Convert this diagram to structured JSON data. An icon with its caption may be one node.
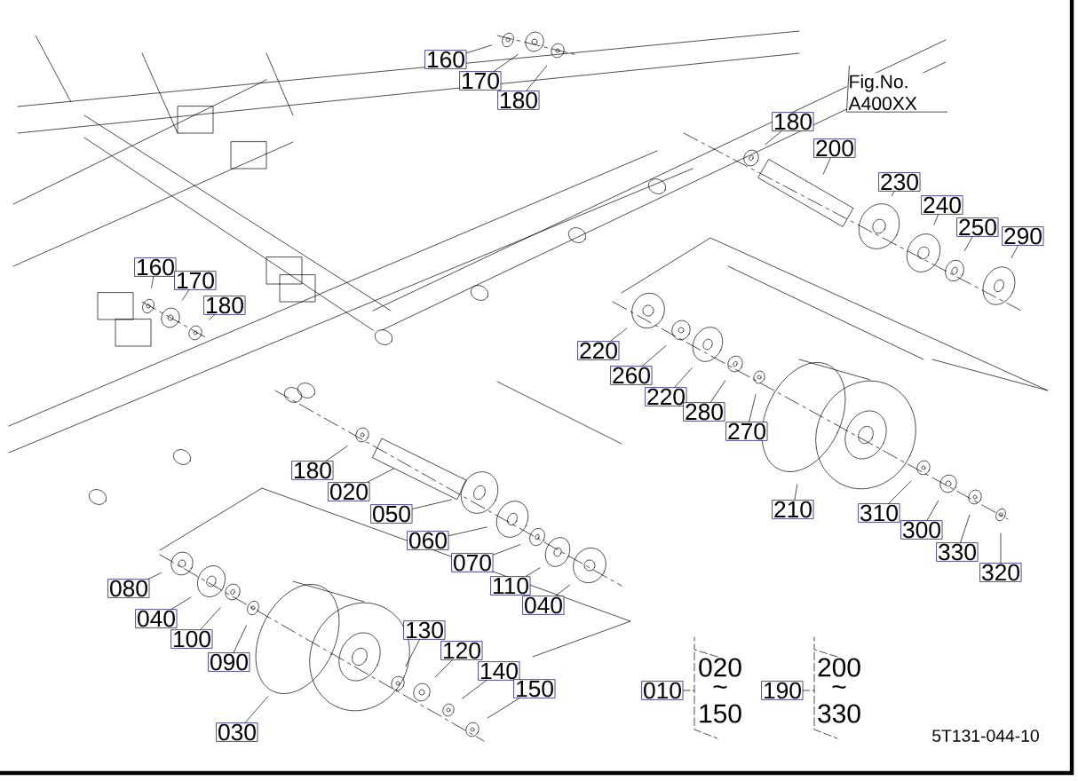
{
  "diagram": {
    "nodes": [
      {
        "text": [
          "160"
        ]
      },
      {
        "text": [
          "170"
        ]
      },
      {
        "text": [
          "180"
        ]
      },
      {
        "text": [
          "Fig.No. A400XX"
        ]
      },
      {
        "text": [
          "180"
        ]
      },
      {
        "text": [
          "200"
        ]
      },
      {
        "text": [
          "230"
        ]
      },
      {
        "text": [
          "240"
        ]
      },
      {
        "text": [
          "250"
        ]
      },
      {
        "text": [
          "290"
        ]
      },
      {
        "text": [
          "160"
        ]
      },
      {
        "text": [
          "170"
        ]
      },
      {
        "text": [
          "180"
        ]
      },
      {
        "text": [
          "220"
        ]
      },
      {
        "text": [
          "260"
        ]
      },
      {
        "text": [
          "220"
        ]
      },
      {
        "text": [
          "280"
        ]
      },
      {
        "text": [
          "270"
        ]
      },
      {
        "text": [
          "210"
        ]
      },
      {
        "text": [
          "180"
        ]
      },
      {
        "text": [
          "020"
        ]
      },
      {
        "text": [
          "050"
        ]
      },
      {
        "text": [
          "310"
        ]
      },
      {
        "text": [
          "060"
        ]
      },
      {
        "text": [
          "300"
        ]
      },
      {
        "text": [
          "070"
        ]
      },
      {
        "text": [
          "330"
        ]
      },
      {
        "text": [
          "110"
        ]
      },
      {
        "text": [
          "320"
        ]
      },
      {
        "text": [
          "040"
        ]
      },
      {
        "text": [
          "080"
        ]
      },
      {
        "text": [
          "040"
        ]
      },
      {
        "text": [
          "100"
        ]
      },
      {
        "text": [
          "090"
        ]
      },
      {
        "text": [
          "130"
        ]
      },
      {
        "text": [
          "120"
        ]
      },
      {
        "text": [
          "140"
        ]
      },
      {
        "text": [
          "150"
        ]
      },
      {
        "text": [
          "030"
        ]
      },
      {
        "text": [
          "010"
        ]
      },
      {
        "text": [
          "190"
        ]
      }
    ],
    "edges": [
      {
        "from": 0,
        "to": null,
        "arrow": "none"
      },
      {
        "from": 1,
        "to": null,
        "arrow": "none"
      },
      {
        "from": 2,
        "to": null,
        "arrow": "none"
      },
      {
        "from": 3,
        "to": null,
        "arrow": "none"
      },
      {
        "from": 4,
        "to": null,
        "arrow": "none"
      },
      {
        "from": 5,
        "to": null,
        "arrow": "none"
      },
      {
        "from": 6,
        "to": null,
        "arrow": "none"
      },
      {
        "from": 7,
        "to": null,
        "arrow": "none"
      },
      {
        "from": 8,
        "to": null,
        "arrow": "none"
      },
      {
        "from": 9,
        "to": null,
        "arrow": "none"
      },
      {
        "from": 10,
        "to": null,
        "arrow": "none"
      },
      {
        "from": 11,
        "to": null,
        "arrow": "none"
      },
      {
        "from": 12,
        "to": null,
        "arrow": "none"
      },
      {
        "from": 13,
        "to": null,
        "arrow": "none"
      },
      {
        "from": 14,
        "to": null,
        "arrow": "none"
      },
      {
        "from": 15,
        "to": null,
        "arrow": "none"
      },
      {
        "from": 16,
        "to": null,
        "arrow": "none"
      },
      {
        "from": 17,
        "to": null,
        "arrow": "none"
      },
      {
        "from": 18,
        "to": null,
        "arrow": "none"
      },
      {
        "from": 19,
        "to": null,
        "arrow": "none"
      },
      {
        "from": 20,
        "to": null,
        "arrow": "none"
      },
      {
        "from": 21,
        "to": null,
        "arrow": "none"
      },
      {
        "from": 22,
        "to": null,
        "arrow": "none"
      },
      {
        "from": 23,
        "to": null,
        "arrow": "none"
      },
      {
        "from": 24,
        "to": null,
        "arrow": "none"
      },
      {
        "from": 25,
        "to": null,
        "arrow": "none"
      },
      {
        "from": 26,
        "to": null,
        "arrow": "none"
      },
      {
        "from": 27,
        "to": null,
        "arrow": "none"
      },
      {
        "from": 28,
        "to": null,
        "arrow": "none"
      },
      {
        "from": 29,
        "to": null,
        "arrow": "none"
      },
      {
        "from": 30,
        "to": null,
        "arrow": "none"
      },
      {
        "from": 31,
        "to": null,
        "arrow": "none"
      },
      {
        "from": 32,
        "to": null,
        "arrow": "none"
      },
      {
        "from": 33,
        "to": null,
        "arrow": "none"
      },
      {
        "from": 34,
        "to": null,
        "arrow": "none"
      },
      {
        "from": 35,
        "to": null,
        "arrow": "none"
      },
      {
        "from": 36,
        "to": null,
        "arrow": "none"
      },
      {
        "from": 37,
        "to": null,
        "arrow": "none"
      },
      {
        "from": 38,
        "to": null,
        "arrow": "none"
      }
    ],
    "labels": [
      "020",
      "~",
      "150",
      "200",
      "~",
      "330",
      "5T131-044-10"
    ]
  }
}
